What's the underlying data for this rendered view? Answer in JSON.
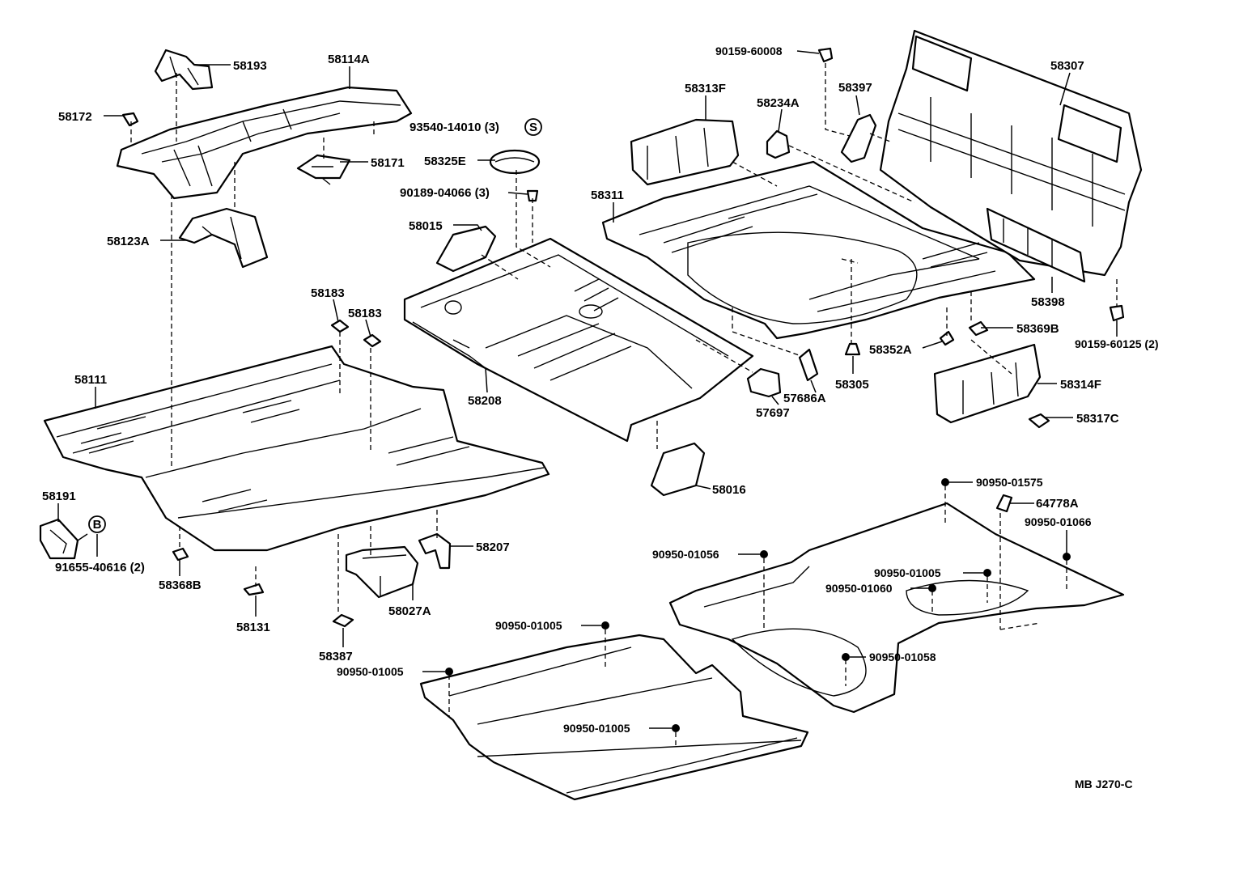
{
  "labels": {
    "l58193": "58193",
    "l58114A": "58114A",
    "l58172": "58172",
    "l93540": "93540-14010 (3)",
    "l58171": "58171",
    "l58325E": "58325E",
    "l90189": "90189-04066 (3)",
    "l58123A": "58123A",
    "l58015": "58015",
    "l58183a": "58183",
    "l58183b": "58183",
    "l58111": "58111",
    "l58191": "58191",
    "l91655": "91655-40616 (2)",
    "l58368B": "58368B",
    "l58131": "58131",
    "l58387": "58387",
    "l58027A": "58027A",
    "l58207": "58207",
    "l58208": "58208",
    "l58016": "58016",
    "l90159_60008": "90159-60008",
    "l58313F": "58313F",
    "l58234A": "58234A",
    "l58397": "58397",
    "l58307": "58307",
    "l58311": "58311",
    "l58398": "58398",
    "l90159_60125": "90159-60125 (2)",
    "l58369B": "58369B",
    "l58352A": "58352A",
    "l58305": "58305",
    "l57686A": "57686A",
    "l57697": "57697",
    "l58314F": "58314F",
    "l58317C": "58317C",
    "l90950_01575": "90950-01575",
    "l64778A": "64778A",
    "l90950_01066": "90950-01066",
    "l90950_01056": "90950-01056",
    "l90950_01005a": "90950-01005",
    "l90950_01060": "90950-01060",
    "l90950_01005b": "90950-01005",
    "l90950_01005c": "90950-01005",
    "l90950_01058": "90950-01058",
    "l90950_01005d": "90950-01005"
  },
  "marks": {
    "s": "S",
    "b": "B"
  },
  "diagram_code": "MB J270-C"
}
